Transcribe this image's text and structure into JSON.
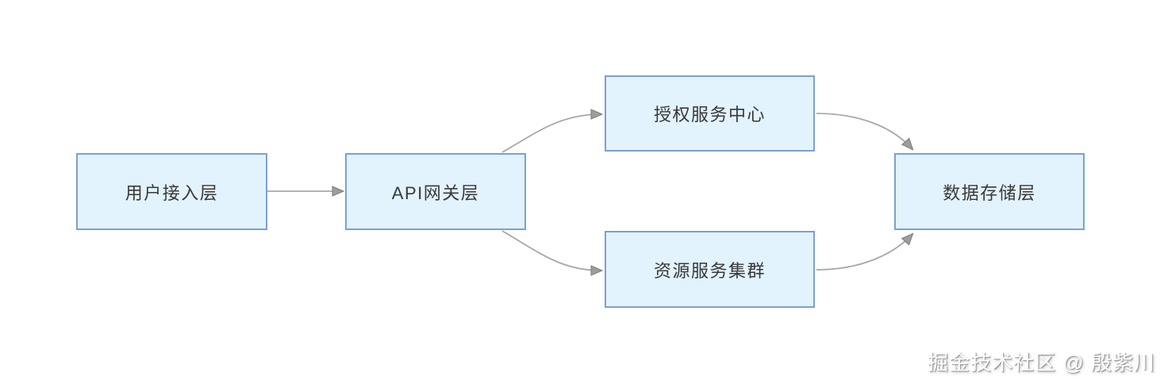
{
  "diagram": {
    "nodes": [
      {
        "id": "user-access-layer",
        "label": "用户接入层"
      },
      {
        "id": "api-gateway-layer",
        "label": "API网关层"
      },
      {
        "id": "auth-service-center",
        "label": "授权服务中心"
      },
      {
        "id": "resource-service-cluster",
        "label": "资源服务集群"
      },
      {
        "id": "data-storage-layer",
        "label": "数据存储层"
      }
    ],
    "edges": [
      {
        "from": "用户接入层",
        "to": "API网关层"
      },
      {
        "from": "API网关层",
        "to": "授权服务中心"
      },
      {
        "from": "API网关层",
        "to": "资源服务集群"
      },
      {
        "from": "授权服务中心",
        "to": "数据存储层"
      },
      {
        "from": "资源服务集群",
        "to": "数据存储层"
      }
    ],
    "colors": {
      "node_fill": "#e2f3fd",
      "node_border": "#7da0cd",
      "arrow_line": "#a8a8a8",
      "arrowhead_fill": "#9d9d9d",
      "node_text": "#383838",
      "background": "#ffffff"
    }
  },
  "watermark": {
    "text": "掘金技术社区 @ 殷紫川"
  }
}
